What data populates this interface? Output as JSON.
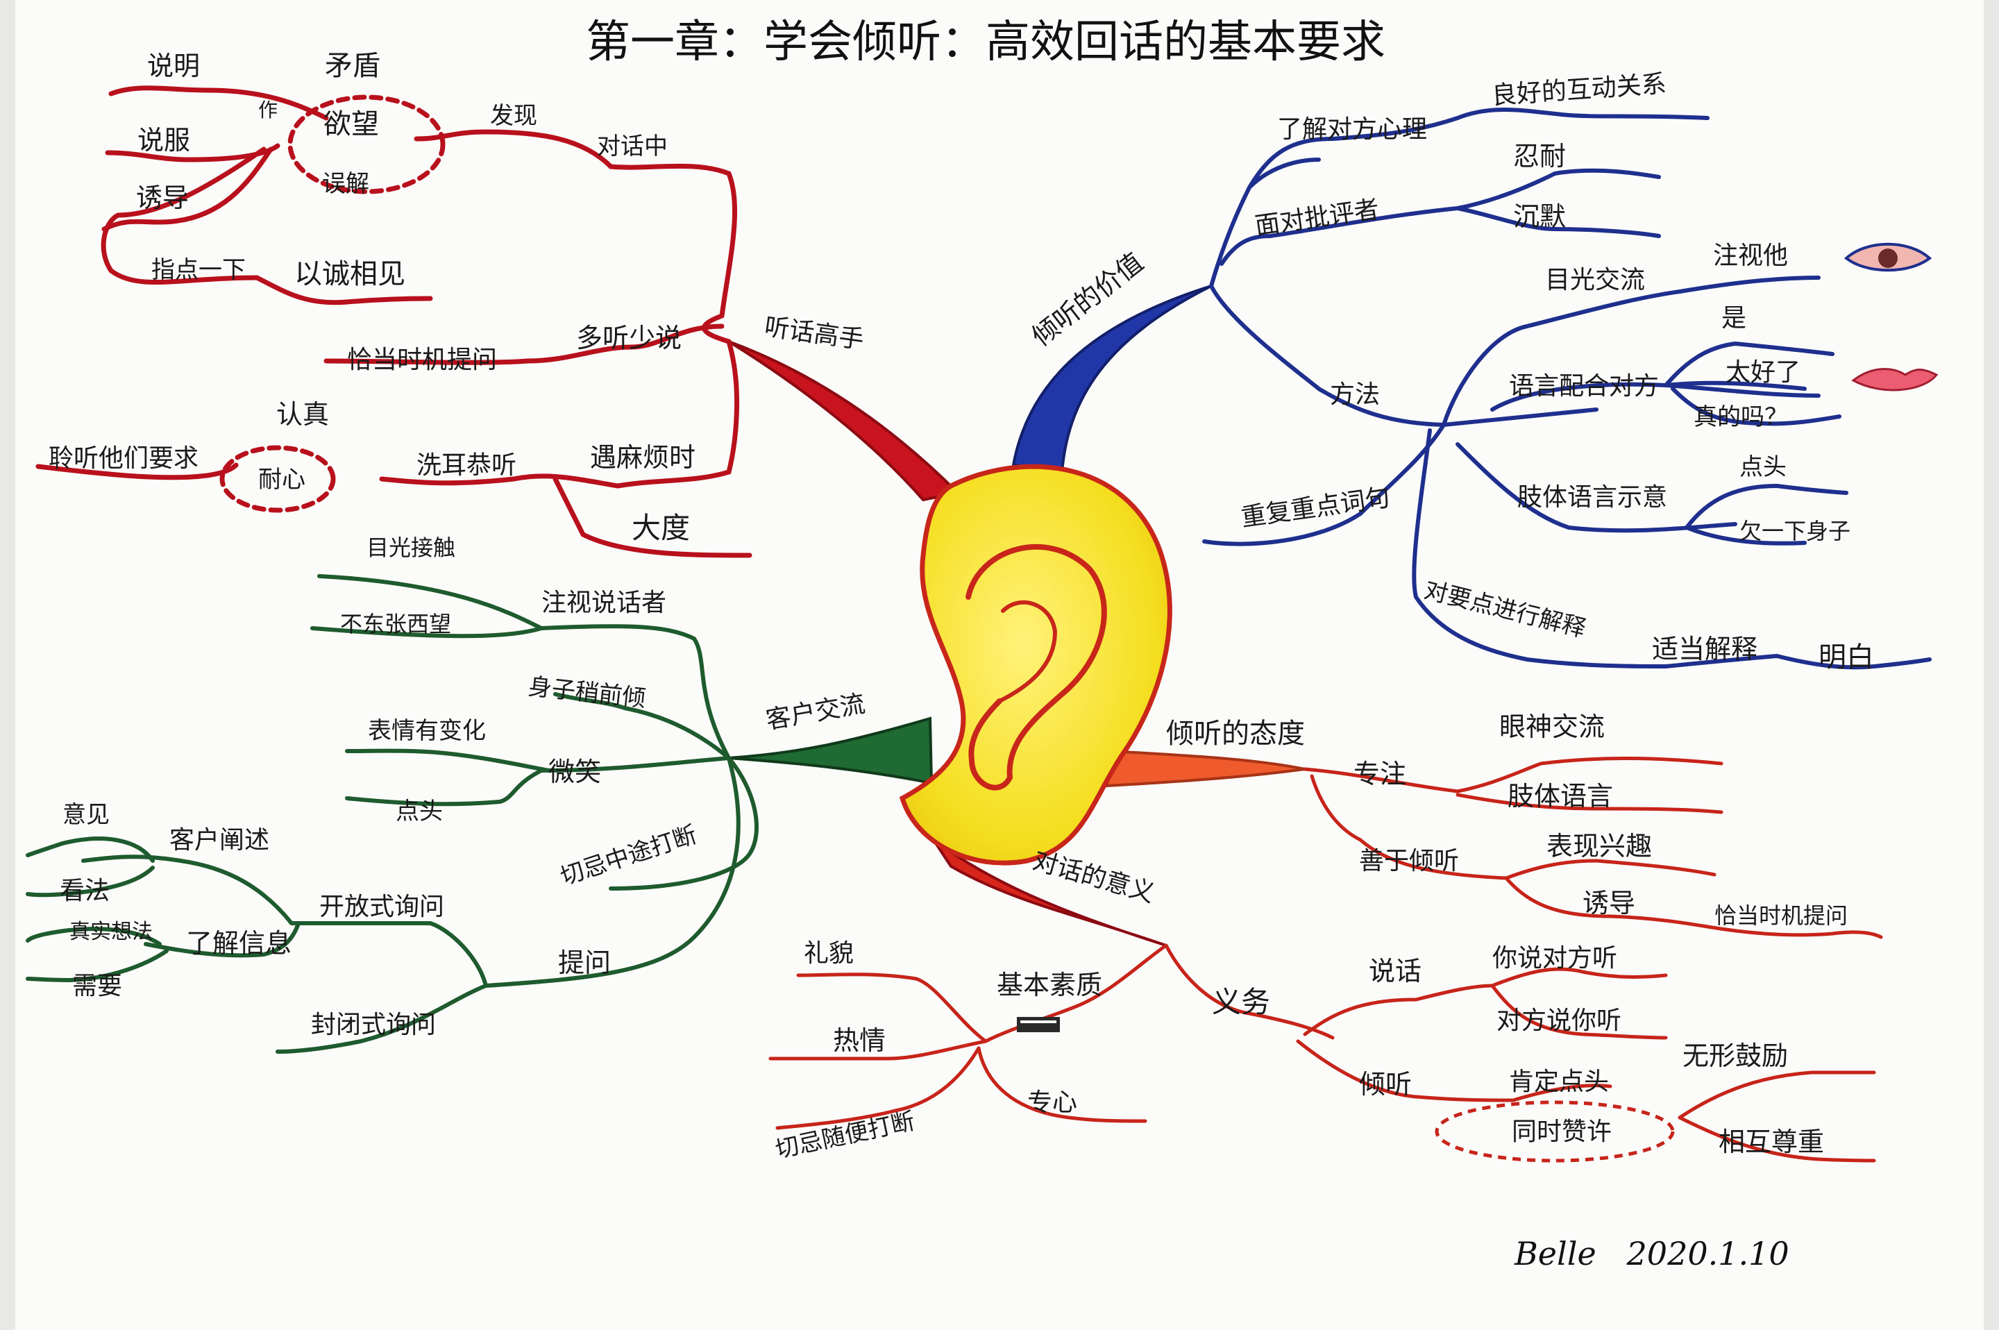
{
  "title": "第一章：学会倾听：高效回话的基本要求",
  "signature": "Belle   2020.1.10",
  "center": {
    "icon": "ear-icon"
  },
  "colors": {
    "red": "#b8101c",
    "blue": "#1e2f8e",
    "green": "#1e5b2e",
    "orange": "#e1572a",
    "ear_fill": "#f7e23a",
    "ear_line": "#d3301e"
  },
  "branches": {
    "listening_master": {
      "label": "听话高手",
      "dialogue": "对话中",
      "discover": "发现",
      "contradiction": "矛盾",
      "desire": "欲望",
      "misunderstanding": "误解",
      "zuo": "作",
      "explain": "说明",
      "persuade": "说服",
      "guide": "诱导",
      "point_out": "指点一下",
      "meet": "以诚相见",
      "listen_more": "多听少说",
      "timely_ask": "恰当时机提问",
      "patient": "耐心",
      "serious": "认真",
      "attentive": "洗耳恭听",
      "when_bored": "遇麻烦时",
      "magnanimous": "大度",
      "hear_requests": "聆听他们要求"
    },
    "value_of_listening": {
      "label": "倾听的价值",
      "understand_psych": "了解对方心理",
      "good_interaction": "良好的互动关系",
      "face_critics": "面对批评者",
      "endure": "忍耐",
      "silence": "沉默",
      "method": "方法",
      "eye_contact": "目光交流",
      "look_at_him": "注视他",
      "eye_icon": "eye-icon",
      "verbal": "语言配合对方",
      "yes": "是",
      "great": "太好了",
      "really": "真的吗？",
      "lips_icon": "lips-icon",
      "body_lang": "肢体语言示意",
      "nod": "点头",
      "lean": "欠一下身子",
      "repeat": "重复重点词句",
      "explain_key": "对要点进行解释",
      "proper_explain": "适当解释",
      "clear": "明白"
    },
    "client_comm": {
      "label": "客户交流",
      "gaze": "注视说话者",
      "eye_contact": "目光接触",
      "no_look_around": "不东张西望",
      "lean_forward": "身子稍前倾",
      "smile": "微笑",
      "expression": "表情有变化",
      "nod": "点头",
      "no_interrupt": "切忌中途打断",
      "question": "提问",
      "open_q": "开放式询问",
      "closed_q": "封闭式询问",
      "know_info": "了解信息",
      "client_said": "客户阐述",
      "opinion": "意见",
      "view": "看法",
      "thoughts": "真实想法",
      "needs": "需要"
    },
    "attitude": {
      "label": "倾听的态度",
      "focus": "专注",
      "eye_comm": "眼神交流",
      "body_lang": "肢体语言",
      "good_listen": "善于倾听",
      "show_interest": "表现兴趣",
      "guide": "诱导",
      "timely_ask": "恰当时机提问"
    },
    "meaning": {
      "label": "对话的意义",
      "quality": "基本素质",
      "polite": "礼貌",
      "warm": "热情",
      "focused": "专心",
      "no_interrupt": "切忌随便打断",
      "duty": "义务",
      "speak": "说话",
      "you_speak": "你说对方听",
      "they_speak": "对方说你听",
      "listen": "倾听",
      "affirm": "肯定点头",
      "praise": "同时赞许",
      "encourage": "无形鼓励",
      "respect": "相互尊重"
    }
  }
}
